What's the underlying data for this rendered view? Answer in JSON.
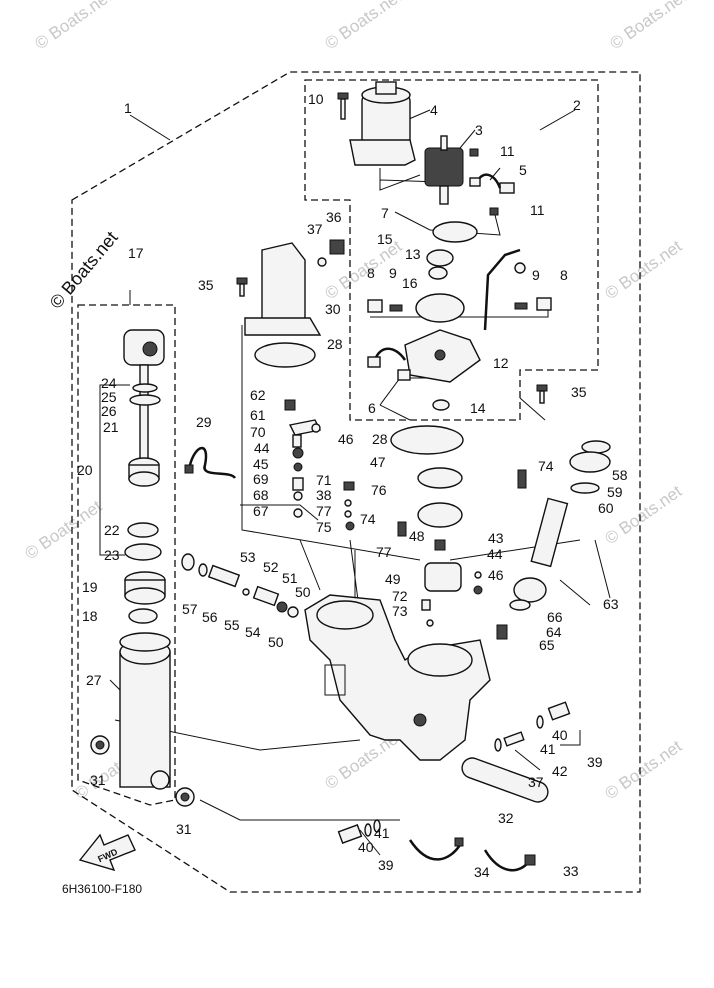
{
  "watermark": "© Boats.net",
  "fwd_label": "FWD",
  "diagram_code": "6H36100-F180",
  "callouts": [
    "1",
    "2",
    "3",
    "4",
    "5",
    "6",
    "7",
    "8",
    "8",
    "9",
    "9",
    "10",
    "11",
    "11",
    "12",
    "13",
    "14",
    "15",
    "16",
    "17",
    "18",
    "19",
    "20",
    "21",
    "22",
    "23",
    "24",
    "25",
    "26",
    "27",
    "28",
    "28",
    "29",
    "30",
    "31",
    "31",
    "32",
    "33",
    "34",
    "35",
    "35",
    "36",
    "37",
    "37",
    "38",
    "39",
    "39",
    "40",
    "40",
    "41",
    "41",
    "42",
    "43",
    "44",
    "44",
    "45",
    "46",
    "46",
    "47",
    "48",
    "49",
    "50",
    "50",
    "51",
    "52",
    "53",
    "54",
    "55",
    "56",
    "57",
    "58",
    "59",
    "60",
    "61",
    "62",
    "63",
    "64",
    "65",
    "66",
    "67",
    "68",
    "69",
    "70",
    "71",
    "72",
    "73",
    "74",
    "74",
    "75",
    "76",
    "77",
    "77"
  ]
}
